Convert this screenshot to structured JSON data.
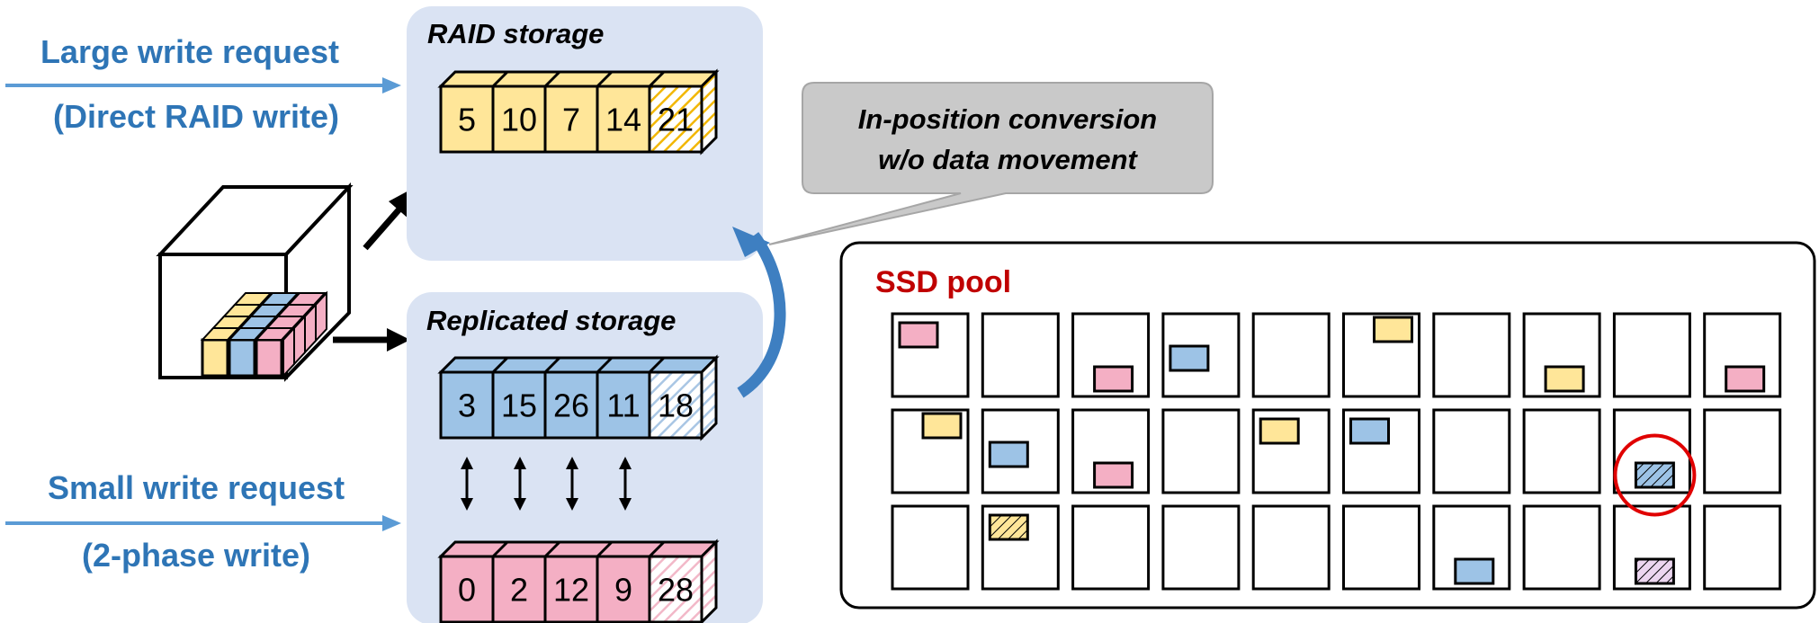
{
  "left": {
    "large_line1": "Large write request",
    "large_line2": "(Direct RAID write)",
    "small_line1": "Small write request",
    "small_line2": "(2-phase write)"
  },
  "raid": {
    "title": "RAID storage",
    "cells": [
      "5",
      "10",
      "7",
      "14",
      "21"
    ]
  },
  "replicated": {
    "title": "Replicated storage",
    "blue_cells": [
      "3",
      "15",
      "26",
      "11",
      "18"
    ],
    "pink_cells": [
      "0",
      "2",
      "12",
      "9",
      "28"
    ]
  },
  "callout": {
    "line1": "In-position conversion",
    "line2": "w/o data movement"
  },
  "ssd": {
    "title": "SSD pool",
    "blocks": [
      {
        "slot": 0,
        "color": "pink",
        "corner": "tl",
        "hatched": false
      },
      {
        "slot": 2,
        "color": "pink",
        "corner": "br",
        "hatched": false
      },
      {
        "slot": 3,
        "color": "blue",
        "corner": "mc",
        "hatched": false
      },
      {
        "slot": 5,
        "color": "yellow",
        "corner": "tr",
        "hatched": false
      },
      {
        "slot": 7,
        "color": "yellow",
        "corner": "br",
        "hatched": false
      },
      {
        "slot": 9,
        "color": "pink",
        "corner": "br",
        "hatched": false
      },
      {
        "slot": 10,
        "color": "yellow",
        "corner": "tr",
        "hatched": false
      },
      {
        "slot": 11,
        "color": "blue",
        "corner": "mc",
        "hatched": false
      },
      {
        "slot": 12,
        "color": "pink",
        "corner": "br",
        "hatched": false
      },
      {
        "slot": 14,
        "color": "yellow",
        "corner": "tl",
        "hatched": false
      },
      {
        "slot": 15,
        "color": "blue",
        "corner": "tl",
        "hatched": false
      },
      {
        "slot": 18,
        "color": "blue",
        "corner": "br",
        "hatched": true,
        "circled": true
      },
      {
        "slot": 21,
        "color": "yellow",
        "corner": "tl",
        "hatched": true
      },
      {
        "slot": 26,
        "color": "blue",
        "corner": "br",
        "hatched": false
      },
      {
        "slot": 28,
        "color": "pink",
        "corner": "br",
        "hatched": true
      }
    ]
  },
  "colors": {
    "yellow": "#FFE699",
    "blue": "#9DC3E6",
    "pink": "#F4AFC4",
    "panel": "#DAE3F3",
    "accent_blue": "#2E75B6",
    "callout": "#C9C9C9",
    "ssd_red": "#C00000",
    "circle_red": "#E00000",
    "yellow_hatch": "#F2B705",
    "blue_hatch": "#7FA7CF",
    "pink_hatch": "#E08CA8"
  }
}
